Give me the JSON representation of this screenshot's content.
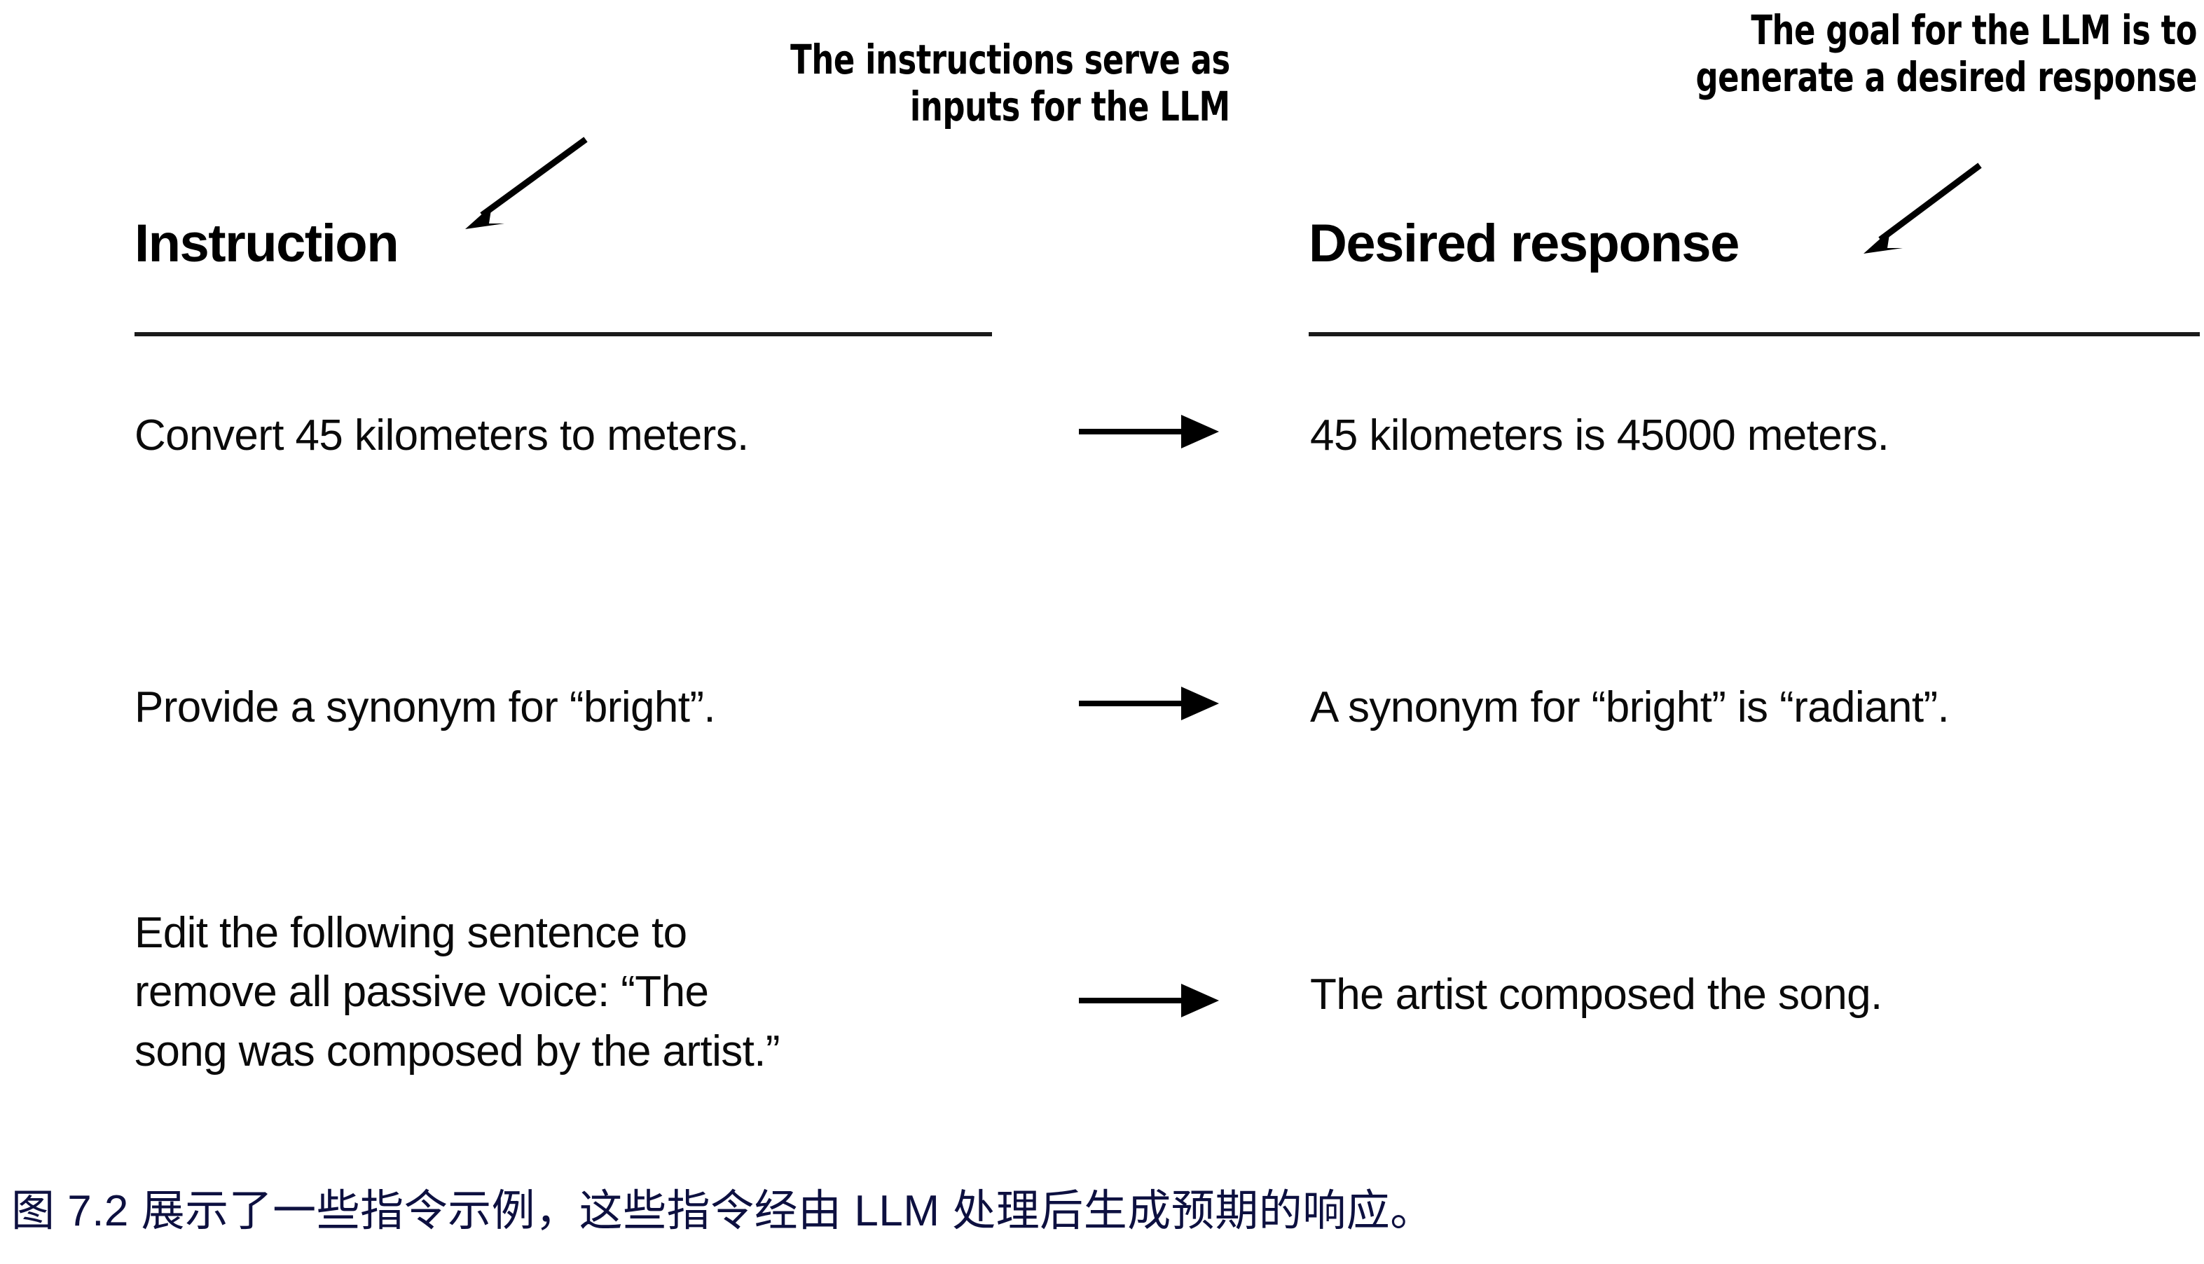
{
  "figure": {
    "background_color": "#ffffff",
    "text_color": "#000000",
    "rule_color": "#1a1a1a",
    "caption_color": "#0d1040"
  },
  "annotations": {
    "left": {
      "text": "The instructions serve as\ninputs for the LLM",
      "arrow_icon": "diagonal-arrow-down-left-icon"
    },
    "right": {
      "text": "The goal for the LLM is to\ngenerate a desired response",
      "arrow_icon": "diagonal-arrow-down-left-icon"
    }
  },
  "columns": {
    "left_header": "Instruction",
    "right_header": "Desired response"
  },
  "rows": [
    {
      "instruction": "Convert 45 kilometers to meters.",
      "arrow_icon": "right-arrow-icon",
      "response": "45 kilometers is 45000 meters."
    },
    {
      "instruction": "Provide a synonym for “bright”.",
      "arrow_icon": "right-arrow-icon",
      "response": "A synonym for “bright” is “radiant”."
    },
    {
      "instruction": "Edit the following sentence to\nremove all passive voice: “The\nsong was composed by the artist.”",
      "arrow_icon": "right-arrow-icon",
      "response": "The artist composed the song."
    }
  ],
  "caption": "图 7.2 展示了一些指令示例，这些指令经由 LLM 处理后生成预期的响应。"
}
